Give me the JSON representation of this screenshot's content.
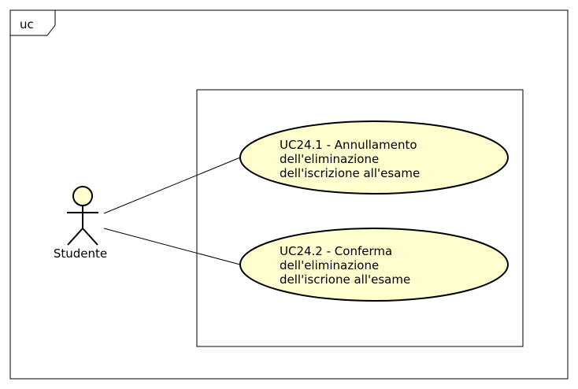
{
  "frame": {
    "tag": "uc"
  },
  "actor": {
    "name": "Studente"
  },
  "use_cases": [
    {
      "lines": [
        "UC24.1 - Annullamento",
        "dell'eliminazione",
        "dell'iscrizione all'esame"
      ]
    },
    {
      "lines": [
        "UC24.2 - Conferma",
        "dell'eliminazione",
        "dell'iscrione all'esame"
      ]
    }
  ],
  "colors": {
    "use_case_fill": "#FEFECE",
    "actor_fill": "#FEFECE",
    "stroke": "#000000",
    "background": "#FFFFFF"
  }
}
